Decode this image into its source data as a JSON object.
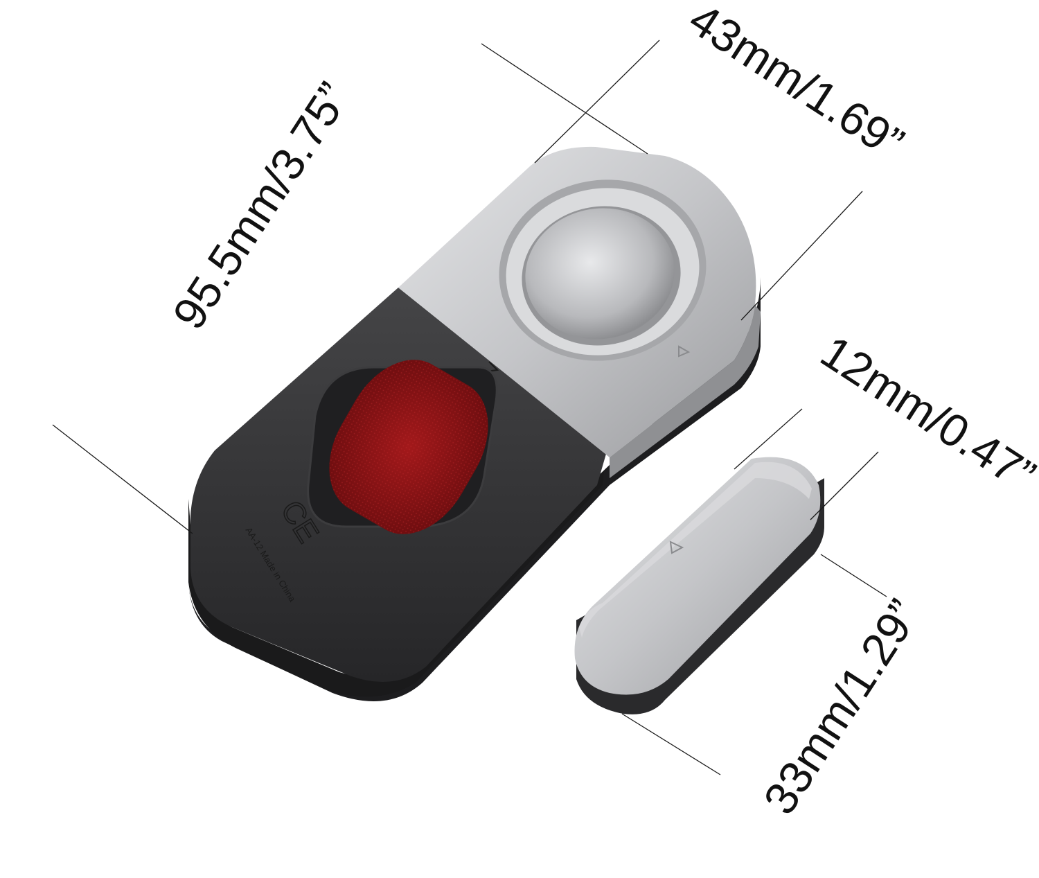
{
  "dimensions": {
    "length": "95.5mm/3.75”",
    "width": "43mm/1.69”",
    "depth": "12mm/0.47”",
    "magnet_length": "33mm/1.29”"
  },
  "device": {
    "cert_marks": "CE",
    "model_text": "AA-12 Made in China"
  },
  "colors": {
    "background": "#ffffff",
    "body_dark": "#2e2e30",
    "silver": "#c8c9cb",
    "red_button": "#8e1414",
    "text": "#111111"
  }
}
